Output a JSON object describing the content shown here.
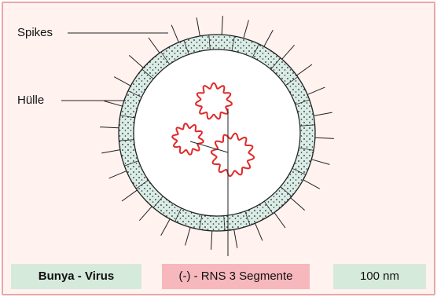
{
  "labels": {
    "spikes": "Spikes",
    "envelope": "Hülle"
  },
  "legend": {
    "virus_name": "Bunya - Virus",
    "genome": "(-) - RNS 3 Segmente",
    "size": "100 nm"
  },
  "colors": {
    "frame_background": "#fff2ef",
    "frame_border": "#e8a7a7",
    "envelope_fill": "#d9ece5",
    "rna_segments": "#e02a2a",
    "name_box": "#d6eadc",
    "genome_box": "#f6b7bd",
    "size_box": "#d6eadc"
  }
}
